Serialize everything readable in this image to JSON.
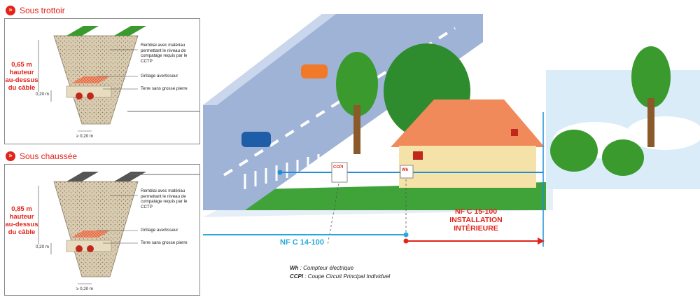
{
  "sections": [
    {
      "title": "Sous trottoir",
      "depth_value": "0,65 m",
      "depth_line1": "hauteur",
      "depth_line2": "au-dessus",
      "depth_line3": "du câble",
      "label_remblai_1": "Remblai avec matériau",
      "label_remblai_2": "permettant le niveau de",
      "label_remblai_3": "compatage requis par le CCTP",
      "label_grillage": "Grillage avertisseur",
      "label_terre": "Terre sans grosse pierre",
      "dim_side": "0,20 m",
      "dim_bottom": "≥ 0,20 m"
    },
    {
      "title": "Sous chaussée",
      "depth_value": "0,85 m",
      "depth_line1": "hauteur",
      "depth_line2": "au-dessus",
      "depth_line3": "du câble",
      "label_remblai_1": "Remblai avec matériau",
      "label_remblai_2": "permettant le niveau de",
      "label_remblai_3": "compatage requis par le CCTP",
      "label_grillage": "Grillage avertisseur",
      "label_terre": "Terre sans grosse pierre",
      "dim_side": "0,20 m",
      "dim_bottom": "≥ 0,20 m"
    }
  ],
  "scene": {
    "ccpi_tag": "CCPI",
    "wh_tag": "Wh",
    "nf_public": "NF C 14-100",
    "nf_private_1": "NF C 15-100",
    "nf_private_2": "INSTALLATION",
    "nf_private_3": "INTÉRIEURE"
  },
  "legend": {
    "wh_key": "Wh",
    "wh_text": " : Compteur électrique",
    "ccpi_key": "CCPI",
    "ccpi_text": " : Coupe Circuit Principal Individuel"
  },
  "colors": {
    "accent_red": "#e2231a",
    "public_blue": "#1f8fd6",
    "road": "#9fb3d6",
    "sidewalk_green": "#2e8b2e",
    "chaussee_grey": "#555555"
  }
}
